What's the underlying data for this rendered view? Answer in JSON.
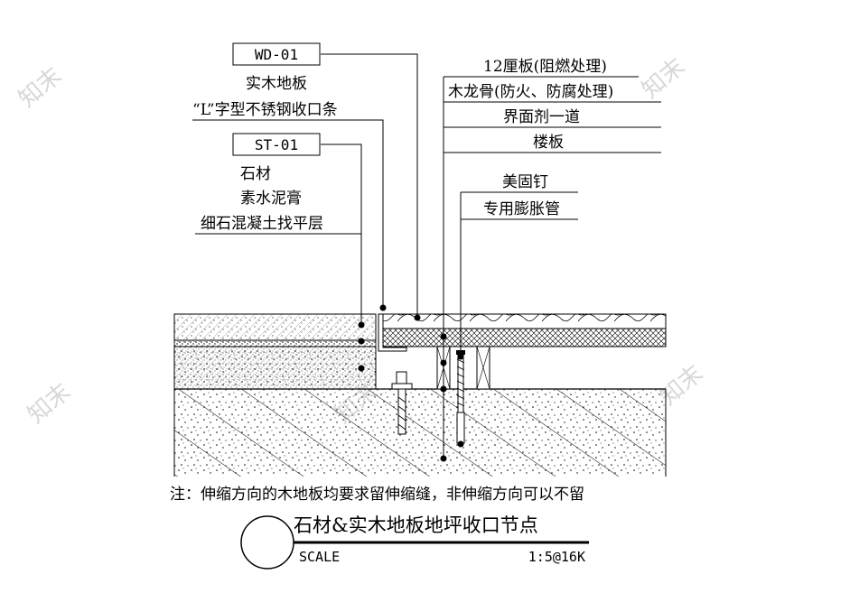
{
  "watermark": "知末",
  "left_callouts": {
    "wd_tag": "WD-01",
    "wd_items": [
      "实木地板",
      "“L”字型不锈钢收口条"
    ],
    "st_tag": "ST-01",
    "st_items": [
      "石材",
      "素水泥膏",
      "细石混凝土找平层"
    ]
  },
  "right_callouts": {
    "layers": [
      "12厘板(阻燃处理)",
      "木龙骨(防火、防腐处理)",
      "界面剂一道",
      "楼板"
    ],
    "fasteners": [
      "美固钉",
      "专用膨胀管"
    ]
  },
  "note": "注：伸缩方向的木地板均要求留伸缩缝，非伸缩方向可以不留",
  "title_block": {
    "title": "石材&实木地板地坪收口节点",
    "scale_label": "SCALE",
    "scale_value": "1:5@16K"
  }
}
